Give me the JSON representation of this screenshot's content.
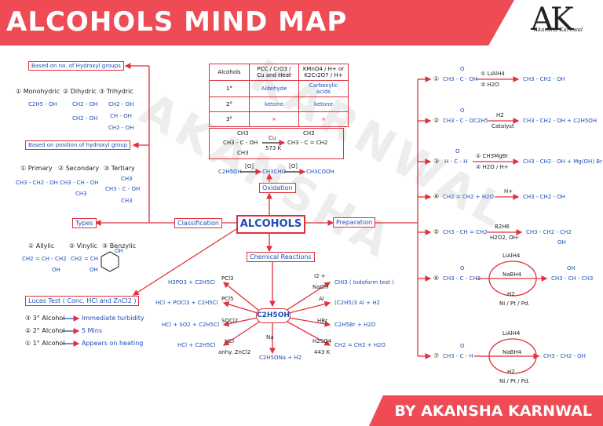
{
  "header": {
    "title": "ALCOHOLS MIND MAP",
    "logo_text": "AK",
    "logo_sub": "Akansha Karnwal"
  },
  "footer": {
    "author": "BY AKANSHA KARNWAL"
  },
  "watermark": {
    "text1": "AKANSHA",
    "text2": "KARNWAL"
  },
  "center": {
    "label": "ALCOHOLS"
  },
  "nodes": {
    "classification": "Classification",
    "types": "Types",
    "preparation": "Preparation",
    "oxidation": "Oxidation",
    "chemical_reactions": "Chemical Reactions",
    "c2h5oh": "C2H5OH"
  },
  "left": {
    "hydroxyl_count_box": "Based on no. of Hydroxyl groups",
    "mono": "① Monohydric",
    "di": "② Dihydric",
    "tri": "③ Trihydric",
    "mono_f": "C2H5 - OH",
    "di_f1": "CH2 - OH",
    "di_f2": "CH2 - OH",
    "tri_f1": "CH2 - OH",
    "tri_f2": "CH - OH",
    "tri_f3": "CH2 - OH",
    "position_box": "Based on position of hydroxyl group",
    "primary": "① Primary",
    "secondary": "② Secondary",
    "tertiary": "③ Tertiary",
    "primary_f": "CH3 - CH2 - OH",
    "secondary_f1": "CH3 - CH - OH",
    "secondary_f2": "CH3",
    "tertiary_f1": "CH3",
    "tertiary_f2": "CH3 - C - OH",
    "tertiary_f3": "CH3",
    "allylic": "① Allylic",
    "vinylic": "② Vinylic",
    "benzylic": "③ Benzylic",
    "allylic_f1": "CH2 = CH - CH2",
    "allylic_f2": "OH",
    "vinylic_f1": "CH2 = CH",
    "vinylic_f2": "OH",
    "benzylic_f": "OH",
    "lucas_box": "Lucas Test ( Conc. HCl and ZnCl2 )",
    "lucas_3": "③ 3° Alcohol",
    "lucas_3_r": "Immediate turbidity",
    "lucas_2": "② 2° Alcohol",
    "lucas_2_r": "5 Mins",
    "lucas_1": "① 1° Alcohol",
    "lucas_1_r": "Appears on heating"
  },
  "table": {
    "headers": [
      "Alcohols",
      "PCC / CrO3 / Cu and Heat",
      "KMnO4 / H+ or K2Cr2O7 / H+"
    ],
    "rows": [
      [
        "1°",
        "Aldehyde",
        "Carboxylic acids"
      ],
      [
        "2°",
        "ketone",
        "ketone"
      ],
      [
        "3°",
        "×",
        "×"
      ]
    ]
  },
  "tertiary_rxn": {
    "left1": "CH3",
    "left2": "CH3 - C - OH",
    "left3": "CH3",
    "reagent": "Cu",
    "cond": "573 K",
    "right1": "CH3",
    "right2": "CH3 - C = CH2"
  },
  "oxidation_rxn": {
    "a": "C2H5OH",
    "o1": "[O]",
    "b": "CH3CHO",
    "o2": "[O]",
    "c": "CH3COOH"
  },
  "reactions": {
    "r1_reagent": "PCl3",
    "r1_product": "H3PO3 + C2H5Cl",
    "r2_reagent": "PCl5",
    "r2_product": "HCl + POCl3 + C2H5Cl",
    "r3_reagent": "SOCl2",
    "r3_product": "HCl + SO2 + C2H5Cl",
    "r4_reagent": "HCl",
    "r4_reagent2": "anhy. ZnCl2",
    "r4_product": "HCl + C2H5Cl",
    "r5_reagent": "Na",
    "r5_product": "C2H5ONa + H2",
    "r6_reagent": "I2 +",
    "r6_reagent2": "NaOH",
    "r6_product": "CHI3 ( Iodoform test )",
    "r7_reagent": "Al",
    "r7_product": "(C2H5)3 Al + H2",
    "r8_reagent": "HBr",
    "r8_product": "C2H5Br + H2O",
    "r9_reagent": "H2SO4",
    "r9_reagent2": "443 K",
    "r9_product": "CH2 = CH2 + H2O"
  },
  "preparation": [
    {
      "num": "①",
      "lhs": "CH3 - C - OH",
      "lhs_top": "O",
      "r1": "① LiAlH4",
      "r2": "② H2O",
      "rhs": "CH3 - CH2 - OH"
    },
    {
      "num": "②",
      "lhs": "CH3 - C - OC2H5",
      "lhs_top": "O",
      "r1": "H2",
      "r2": "Catalyst",
      "rhs": "CH3 - CH2 - OH + C2H5OH"
    },
    {
      "num": "③",
      "lhs": "H - C - H",
      "lhs_top": "O",
      "r1": "① CH3MgBr",
      "r2": "② H2O / H+",
      "rhs": "CH3 - CH2 - OH + Mg(OH) Br"
    },
    {
      "num": "④",
      "lhs": "CH2 = CH2 + H2O",
      "lhs_top": "",
      "r1": "H+",
      "r2": "",
      "rhs": "CH3 - CH2 - OH"
    },
    {
      "num": "⑤",
      "lhs": "CH3 - CH = CH2",
      "lhs_top": "",
      "r1": "B2H6",
      "r2": "H2O2, OH-",
      "rhs": "CH3 - CH2 - CH2",
      "rhs_bottom": "OH"
    },
    {
      "num": "⑥",
      "lhs": "CH3 - C - CH3",
      "lhs_top": "O",
      "r1": "LiAlH4",
      "mid": "NaBH4",
      "r2": "H2",
      "r3": "Ni / Pt / Pd.",
      "rhs": "CH3 - CH - CH3",
      "rhs_top": "OH"
    },
    {
      "num": "⑦",
      "lhs": "CH3 - C - H",
      "lhs_top": "O",
      "r1": "LiAlH4",
      "mid": "NaBH4",
      "r2": "H2",
      "r3": "Ni / Pt / Pd.",
      "rhs": "CH3 - CH2 - OH"
    }
  ],
  "colors": {
    "accent": "#ee4b55",
    "line": "#e0303c",
    "text_blue": "#1e4fb5"
  }
}
